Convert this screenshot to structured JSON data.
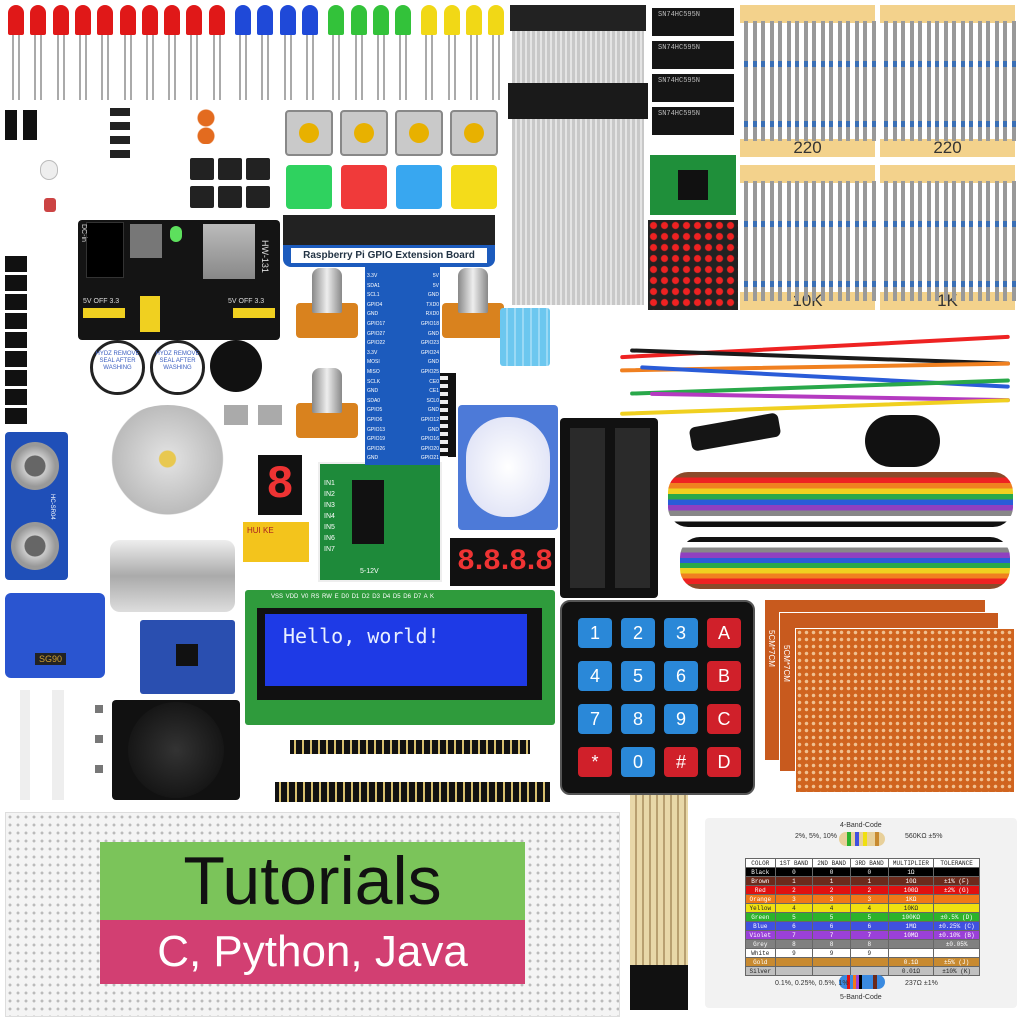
{
  "leds": {
    "colors": [
      "#e01818",
      "#e01818",
      "#e01818",
      "#e01818",
      "#e01818",
      "#e01818",
      "#e01818",
      "#e01818",
      "#e01818",
      "#e01818",
      "#1f49d8",
      "#1f49d8",
      "#1f49d8",
      "#1f49d8",
      "#33c23a",
      "#33c23a",
      "#33c23a",
      "#33c23a",
      "#f1d816",
      "#f1d816",
      "#f1d816",
      "#f1d816"
    ]
  },
  "ics": {
    "label": "SN74HC595N",
    "count": 4
  },
  "resistors": {
    "labels": [
      "220",
      "220",
      "10K",
      "1K"
    ]
  },
  "button_caps": [
    "#2fd25f",
    "#f03a3a",
    "#38a7f0",
    "#f4dc1a"
  ],
  "power_module": {
    "model": "HW-131",
    "jumper_left": "5V OFF 3.3",
    "jumper_right": "5V OFF 3.3",
    "dc_label": "DC-in"
  },
  "buzzers": {
    "label": "HYDZ REMOVE SEAL AFTER WASHING"
  },
  "gpio_board": {
    "title": "Raspberry Pi GPIO Extension Board",
    "left_pins": [
      "3.3V",
      "SDA1",
      "SCL1",
      "GPIO4",
      "GND",
      "GPIO17",
      "GPIO27",
      "GPIO22",
      "3.3V",
      "MOSI",
      "MISO",
      "SCLK",
      "GND",
      "SDA0",
      "GPIO5",
      "GPIO6",
      "GPIO13",
      "GPIO19",
      "GPIO26",
      "GND"
    ],
    "right_pins": [
      "5V",
      "5V",
      "GND",
      "TXD0",
      "RXD0",
      "GPIO18",
      "GND",
      "GPIO23",
      "GPIO24",
      "GND",
      "GPIO25",
      "CE0",
      "CE1",
      "SCL0",
      "GND",
      "GPIO12",
      "GND",
      "GPIO16",
      "GPIO20",
      "GPIO21"
    ]
  },
  "ultrasonic": {
    "label": "HC-SR04"
  },
  "seven_segment": {
    "single": "8",
    "four_digit": "8.8.8.8"
  },
  "driver_board": {
    "inputs": [
      "IN1",
      "IN2",
      "IN3",
      "IN4",
      "IN5",
      "IN6",
      "IN7"
    ],
    "power": "5-12V"
  },
  "relay": {
    "label": "HUI KE"
  },
  "servo": {
    "label": "SG90"
  },
  "lcd": {
    "text": "Hello, world!",
    "pins": "VSS VDD V0 RS RW E D0 D1 D2 D3 D4 D5 D6 D7 A K",
    "pin_num": "16"
  },
  "keypad": {
    "keys": [
      [
        "1",
        "2",
        "3",
        "A"
      ],
      [
        "4",
        "5",
        "6",
        "B"
      ],
      [
        "7",
        "8",
        "9",
        "C"
      ],
      [
        "*",
        "0",
        "#",
        "D"
      ]
    ]
  },
  "protoboard": {
    "label": "5CM*7CM"
  },
  "banner": {
    "title": "Tutorials",
    "subtitle": "C, Python, Java"
  },
  "color_code": {
    "four_band_title": "4-Band-Code",
    "four_band_tol": "2%, 5%, 10%",
    "four_band_value": "560KΩ ±5%",
    "five_band_title": "5-Band-Code",
    "five_band_tol": "0.1%, 0.25%, 0.5%, 1%",
    "five_band_value": "237Ω ±1%",
    "headers": [
      "COLOR",
      "1ST BAND",
      "2ND BAND",
      "3RD BAND",
      "MULTIPLIER",
      "TOLERANCE"
    ],
    "rows": [
      [
        "Black",
        "0",
        "0",
        "0",
        "1Ω",
        "",
        "#000000"
      ],
      [
        "Brown",
        "1",
        "1",
        "1",
        "10Ω",
        "±1% (F)",
        "#6b2a1c"
      ],
      [
        "Red",
        "2",
        "2",
        "2",
        "100Ω",
        "±2% (G)",
        "#e01010"
      ],
      [
        "Orange",
        "3",
        "3",
        "3",
        "1KΩ",
        "",
        "#f07818"
      ],
      [
        "Yellow",
        "4",
        "4",
        "4",
        "10KΩ",
        "",
        "#f0e010"
      ],
      [
        "Green",
        "5",
        "5",
        "5",
        "100KΩ",
        "±0.5% (D)",
        "#2cb22c"
      ],
      [
        "Blue",
        "6",
        "6",
        "6",
        "1MΩ",
        "±0.25% (C)",
        "#4050e0"
      ],
      [
        "Violet",
        "7",
        "7",
        "7",
        "10MΩ",
        "±0.10% (B)",
        "#9a40d8"
      ],
      [
        "Grey",
        "8",
        "8",
        "8",
        "",
        "±0.05%",
        "#808080"
      ],
      [
        "White",
        "9",
        "9",
        "9",
        "",
        "",
        "#ffffff"
      ],
      [
        "Gold",
        "",
        "",
        "",
        "0.1Ω",
        "±5% (J)",
        "#c88a30"
      ],
      [
        "Silver",
        "",
        "",
        "",
        "0.01Ω",
        "±10% (K)",
        "#c0c0c0"
      ]
    ]
  }
}
